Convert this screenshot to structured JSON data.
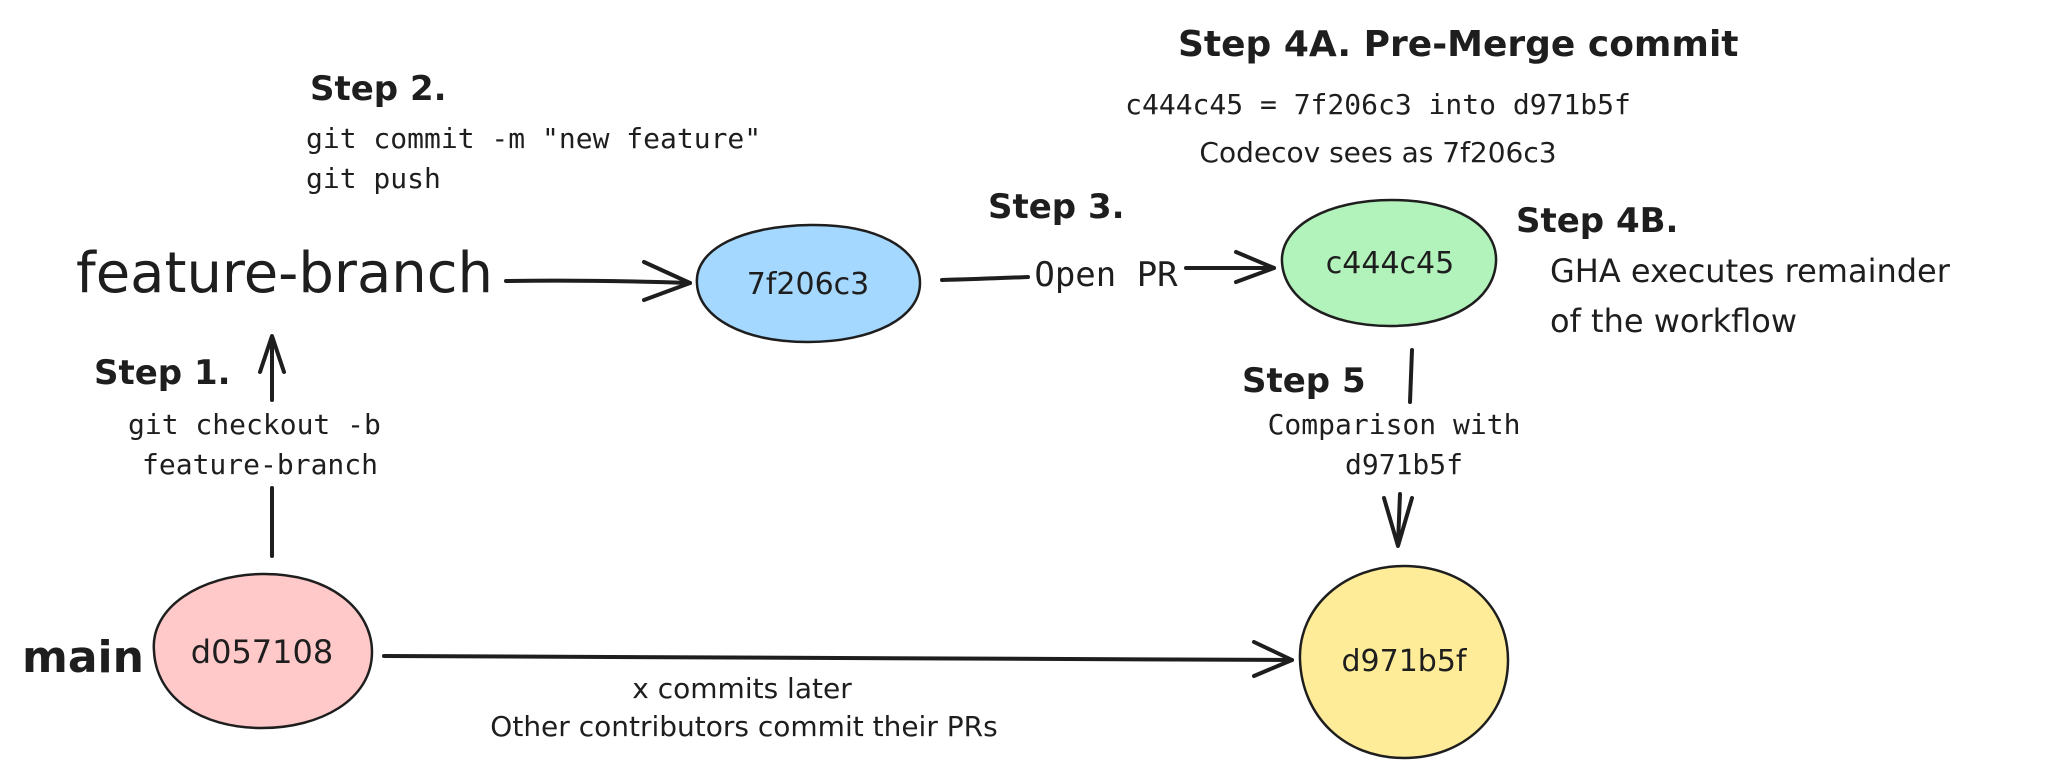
{
  "colors": {
    "ink": "#1e1e1e",
    "node_red": "#ffc9c9",
    "node_blue": "#a5d8ff",
    "node_green": "#b2f2bb",
    "node_yellow": "#ffec99"
  },
  "branches": {
    "main": "main",
    "feature": "feature-branch"
  },
  "nodes": {
    "d057108": "d057108",
    "f7f206c3": "7f206c3",
    "c444c45": "c444c45",
    "d971b5f": "d971b5f"
  },
  "step1": {
    "title": "Step 1.",
    "line1": "git checkout -b",
    "line2": "feature-branch"
  },
  "step2": {
    "title": "Step 2.",
    "line1": "git commit -m \"new feature\"",
    "line2": "git push"
  },
  "step3": {
    "title": "Step 3.",
    "label": "Open PR"
  },
  "step4a": {
    "title": "Step 4A. Pre-Merge commit",
    "line1": "c444c45 = 7f206c3 into d971b5f",
    "line2": "Codecov sees as 7f206c3"
  },
  "step4b": {
    "title": "Step 4B.",
    "line1": "GHA executes remainder",
    "line2": "of the workflow"
  },
  "step5": {
    "title": "Step 5",
    "line1": "Comparison with",
    "line2": "d971b5f"
  },
  "main_edge": {
    "line1": "x commits later",
    "line2": "Other contributors commit their PRs"
  }
}
